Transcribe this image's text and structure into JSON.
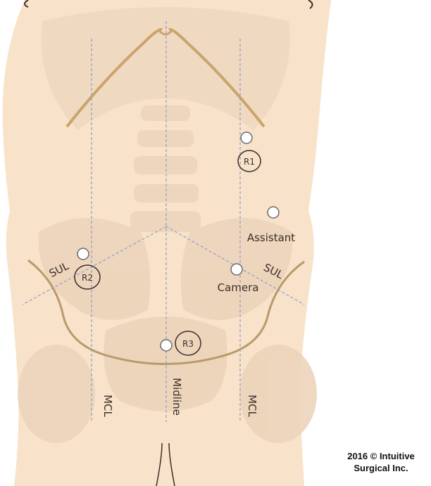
{
  "ports": {
    "r1": "R1",
    "r2": "R2",
    "r3": "R3",
    "assistant": "Assistant",
    "camera": "Camera"
  },
  "lines": {
    "sul_left": "SUL",
    "sul_right": "SUL",
    "mcl_left": "MCL",
    "midline": "Midline",
    "mcl_right": "MCL"
  },
  "credit": {
    "line1": "2016 © Intuitive",
    "line2": "Surgical Inc."
  },
  "colors": {
    "skin": "#f8e2c9",
    "bone": "#ead2b9",
    "outline": "#b89a6a",
    "guide_line": "#8aa0c8",
    "port_fill": "#ffffff",
    "label_text": "#3a2f2a"
  }
}
